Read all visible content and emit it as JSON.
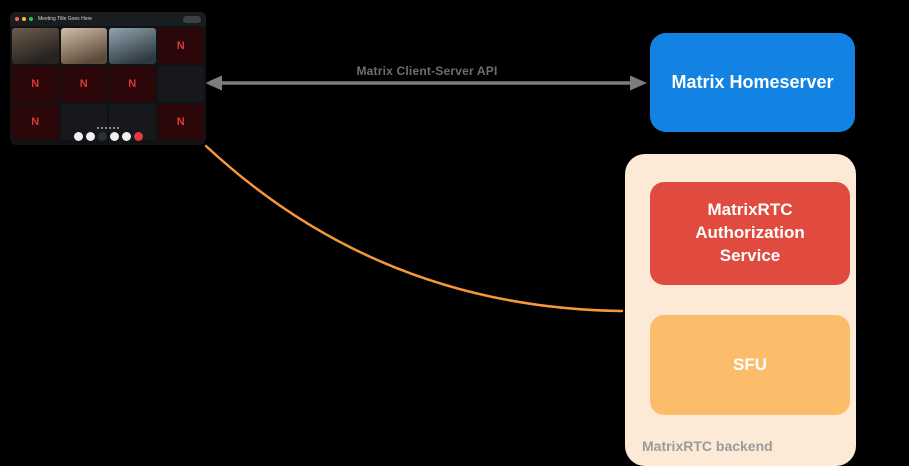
{
  "canvas": {
    "background": "#000000"
  },
  "call_window": {
    "title": "Meeting Title Goes Here",
    "avatar_letter": "N"
  },
  "connection": {
    "api_label": "Matrix Client-Server API",
    "arrow_color": "#7d7d7d",
    "curve_color": "#f5973b"
  },
  "homeserver": {
    "label": "Matrix Homeserver",
    "bg": "#1283e2"
  },
  "backend": {
    "label": "MatrixRTC backend",
    "bg": "#fcead6",
    "auth_service": {
      "label": "MatrixRTC Authorization Service",
      "bg": "#e04a3f"
    },
    "sfu": {
      "label": "SFU",
      "bg": "#fbbd6a"
    }
  }
}
